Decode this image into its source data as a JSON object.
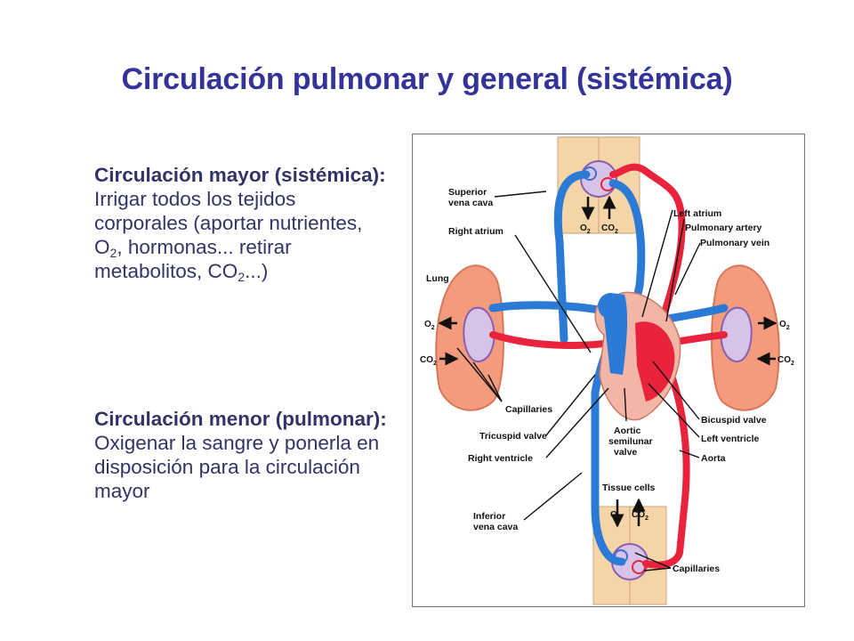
{
  "title": "Circulación pulmonar y general (sistémica)",
  "blocks": {
    "mayor": {
      "lead": "Circulación mayor (sistémica):",
      "text_a": " Irrigar todos los tejidos corporales (aportar nutrientes, O",
      "sub_a": "2",
      "text_b": ", hormonas... retirar metabolitos, CO",
      "sub_b": "2",
      "text_c": "...)"
    },
    "menor": {
      "lead": "Circulación menor (pulmonar):",
      "text": " Oxigenar la sangre y ponerla en disposición para la circulación mayor"
    }
  },
  "diagram": {
    "labels": {
      "superior_vena_cava_1": "Superior",
      "superior_vena_cava_2": "vena cava",
      "right_atrium": "Right atrium",
      "lung": "Lung",
      "capillaries_lung": "Capillaries",
      "tricuspid_valve": "Tricuspid valve",
      "right_ventricle": "Right ventricle",
      "aortic_1": "Aortic",
      "aortic_2": "semilunar",
      "aortic_3": "valve",
      "inferior_vena_cava_1": "Inferior",
      "inferior_vena_cava_2": "vena cava",
      "left_atrium": "Left atrium",
      "pulmonary_artery": "Pulmonary artery",
      "pulmonary_vein": "Pulmonary vein",
      "bicuspid_valve": "Bicuspid valve",
      "left_ventricle": "Left ventricle",
      "aorta": "Aorta",
      "tissue_cells": "Tissue cells",
      "capillaries_tissue": "Capillaries"
    },
    "gas": {
      "o": "O",
      "co": "CO",
      "sub": "2"
    }
  },
  "colors": {
    "title": "#333399",
    "body_text": "#333366",
    "oxygenated_blood": "#e8233b",
    "deoxygenated_blood": "#2a7ad6",
    "lung_tissue": "#f49b7d",
    "tissue_block": "#f5d4a8",
    "heart": "#f2b5a6"
  }
}
